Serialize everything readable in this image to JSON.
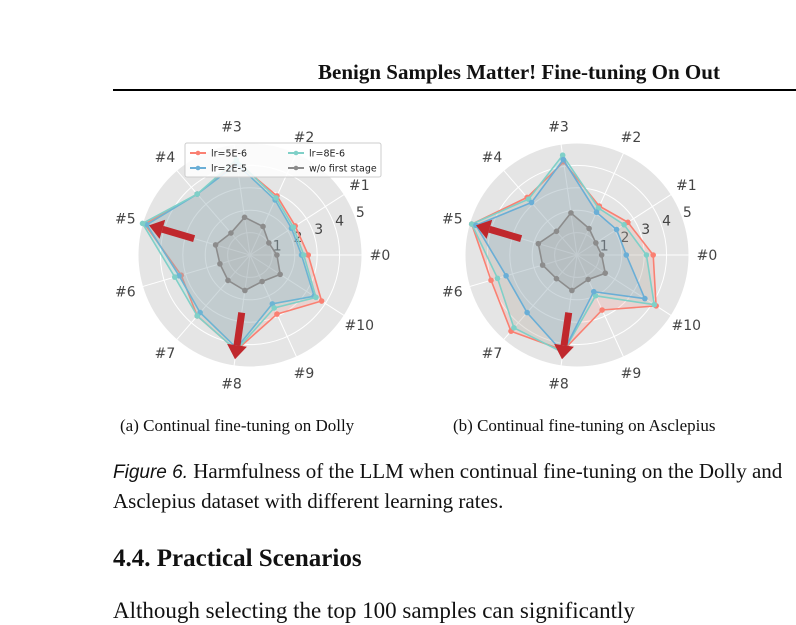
{
  "header": {
    "running_title": "Benign Samples Matter! Fine-tuning On Out"
  },
  "figure": {
    "label": "Figure 6.",
    "caption": "Harmfulness of the LLM when continual fine-tuning on the Dolly and Asclepius dataset with different learning rates."
  },
  "section": {
    "heading": "4.4. Practical Scenarios"
  },
  "body": {
    "first_line": "Although selecting the top 100 samples can significantly"
  },
  "colors": {
    "lr5": "#fa8072",
    "lr8": "#7fd0c8",
    "lr2": "#6aaed6",
    "wo": "#8c8c8c",
    "arrow": "#c0282d",
    "bg": "#e5e5e5"
  },
  "chart_data": [
    {
      "type": "radar",
      "caption": "(a) Continual fine-tuning on Dolly",
      "axes": [
        "#0",
        "#1",
        "#2",
        "#3",
        "#4",
        "#5",
        "#6",
        "#7",
        "#8",
        "#9",
        "#10"
      ],
      "rlim": [
        0,
        5
      ],
      "radial_ticks": [
        "1",
        "2",
        "3",
        "4",
        "5"
      ],
      "legend": "top",
      "series": [
        {
          "name": "lr=5E-6",
          "color": "#fa8072",
          "values": [
            2.6,
            2.4,
            2.9,
            4.2,
            3.6,
            4.9,
            3.2,
            3.6,
            4.3,
            2.9,
            3.8
          ]
        },
        {
          "name": "lr=2E-5",
          "color": "#6aaed6",
          "values": [
            2.3,
            2.2,
            2.7,
            4.1,
            3.6,
            4.8,
            3.3,
            3.4,
            4.2,
            2.4,
            3.4
          ]
        },
        {
          "name": "lr=8E-6",
          "color": "#7fd0c8",
          "values": [
            2.4,
            2.3,
            2.8,
            4.3,
            3.6,
            5.0,
            3.5,
            3.6,
            4.3,
            2.6,
            3.5
          ]
        },
        {
          "name": "w/o first stage",
          "color": "#8c8c8c",
          "values": [
            1.2,
            1.0,
            1.4,
            1.7,
            1.3,
            1.6,
            1.4,
            1.5,
            1.6,
            1.3,
            1.6
          ]
        }
      ],
      "arrows": [
        {
          "axis": "#5"
        },
        {
          "axis": "#8"
        }
      ]
    },
    {
      "type": "radar",
      "caption": "(b) Continual fine-tuning on Asclepius",
      "axes": [
        "#0",
        "#1",
        "#2",
        "#3",
        "#4",
        "#5",
        "#6",
        "#7",
        "#8",
        "#9",
        "#10"
      ],
      "rlim": [
        0,
        5
      ],
      "radial_ticks": [
        "1",
        "2",
        "3",
        "4",
        "5"
      ],
      "series": [
        {
          "name": "lr=5E-6",
          "color": "#fa8072",
          "values": [
            3.4,
            2.7,
            2.4,
            4.2,
            3.4,
            4.9,
            4.0,
            4.5,
            4.3,
            2.7,
            4.2
          ]
        },
        {
          "name": "lr=8E-6",
          "color": "#7fd0c8",
          "values": [
            3.1,
            2.5,
            2.3,
            4.5,
            3.3,
            4.9,
            3.7,
            4.3,
            4.4,
            2.0,
            4.1
          ]
        },
        {
          "name": "lr=2E-5",
          "color": "#6aaed6",
          "values": [
            2.2,
            2.1,
            2.1,
            4.3,
            3.1,
            4.7,
            3.3,
            3.4,
            4.4,
            1.8,
            3.6
          ]
        },
        {
          "name": "w/o first stage",
          "color": "#8c8c8c",
          "values": [
            1.1,
            1.0,
            1.3,
            1.9,
            1.4,
            1.8,
            1.6,
            1.4,
            1.6,
            1.2,
            1.5
          ]
        }
      ],
      "arrows": [
        {
          "axis": "#5"
        },
        {
          "axis": "#8"
        }
      ]
    }
  ]
}
